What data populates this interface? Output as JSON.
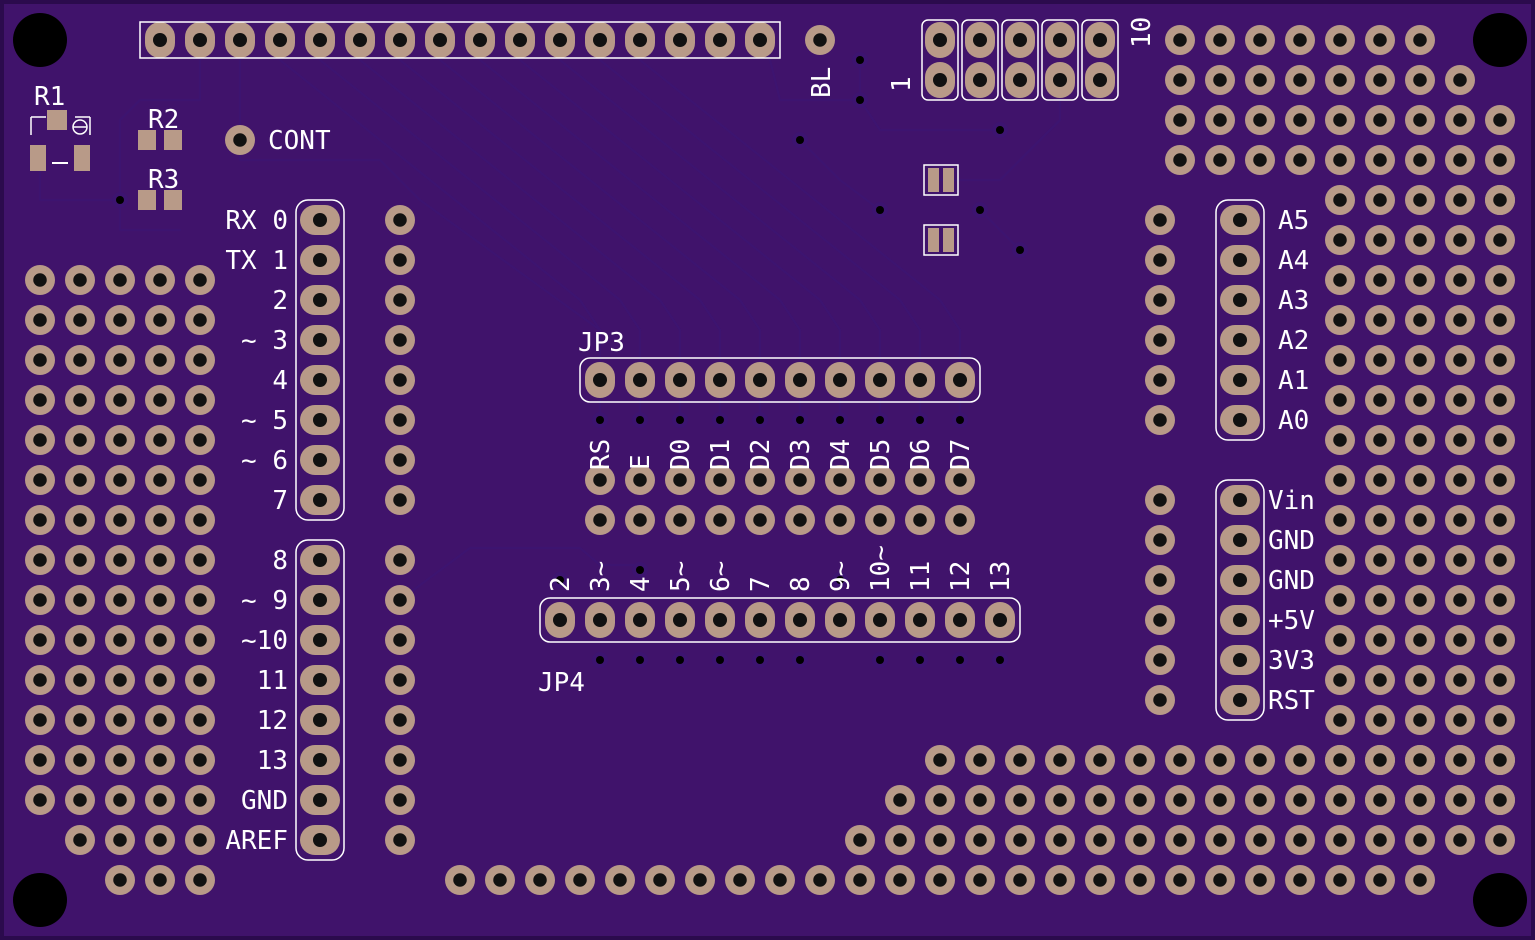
{
  "board": {
    "colors": {
      "background": "#40136b",
      "edge": "#2b0b4d",
      "pad": "#b89a88",
      "hole": "#111111",
      "silkscreen": "#ffffff",
      "trace": "#3d1470",
      "mounting_hole": "#000000"
    },
    "labels": {
      "r1": "R1",
      "r2": "R2",
      "r3": "R3",
      "cont": "CONT",
      "bl": "BL",
      "header_pin1": "1",
      "header_pin10": "10",
      "jp3": "JP3",
      "jp4": "JP4"
    },
    "left_labels": [
      "RX 0",
      "TX 1",
      "2",
      "~ 3",
      "4",
      "~ 5",
      "~ 6",
      "7",
      "8",
      "~ 9",
      "~10",
      "11",
      "12",
      "13",
      "GND",
      "AREF"
    ],
    "right_analog_labels": [
      "A5",
      "A4",
      "A3",
      "A2",
      "A1",
      "A0"
    ],
    "right_power_labels": [
      "Vin",
      "GND",
      "GND",
      "+5V",
      "3V3",
      "RST"
    ],
    "jp3_labels": [
      "RS",
      "E",
      "D0",
      "D1",
      "D2",
      "D3",
      "D4",
      "D5",
      "D6",
      "D7"
    ],
    "jp4_labels": [
      "2",
      "3~",
      "4",
      "5~",
      "6~",
      "7",
      "8",
      "9~",
      "10~",
      "11",
      "12",
      "13"
    ]
  }
}
